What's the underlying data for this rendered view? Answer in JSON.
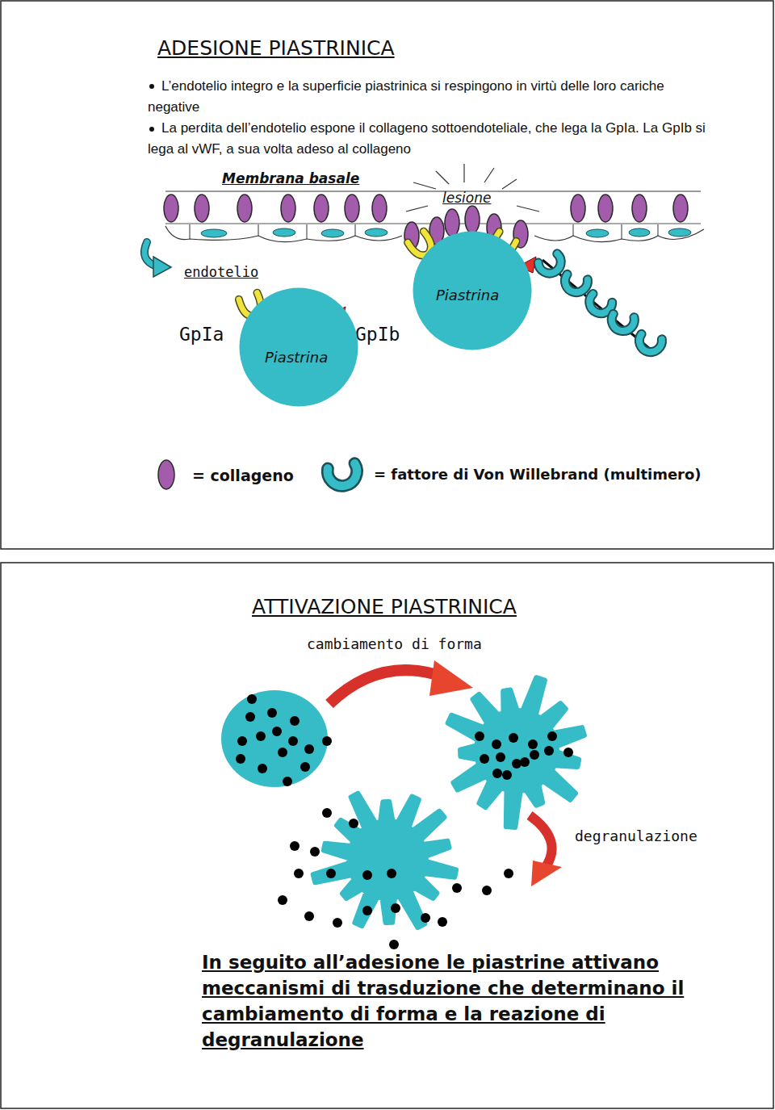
{
  "diagram": {
    "title": "ADESIONE PIASTRINICA",
    "caption": "In seguito all’adesione le piastrine attivano meccanismi di trasduzione che determinano il cambiamento di forma e la reazione di degranulazione",
    "nodes": [
      {
        "text": [
          "Piastrina"
        ]
      },
      {
        "text": [
          "Piastrina"
        ]
      }
    ],
    "labels": [
      "L’endotelio integro e la superficie piastrinica si respingono in virtù delle loro cariche negative",
      "La perdita dell’endotelio espone il collageno sottoendoteliale, che lega la GpIa. La GpIb si lega al vWF, a sua volta adeso al collageno",
      "Membrana basale",
      "lesione",
      "endotelio",
      "GpIa",
      "GpIb",
      "ATTIVAZIONE PIASTRINICA",
      "cambiamento di forma",
      "degranulazione"
    ],
    "legend": [
      {
        "text": "= collageno"
      },
      {
        "text": "= fattore di Von Willebrand (multimero)"
      }
    ]
  }
}
